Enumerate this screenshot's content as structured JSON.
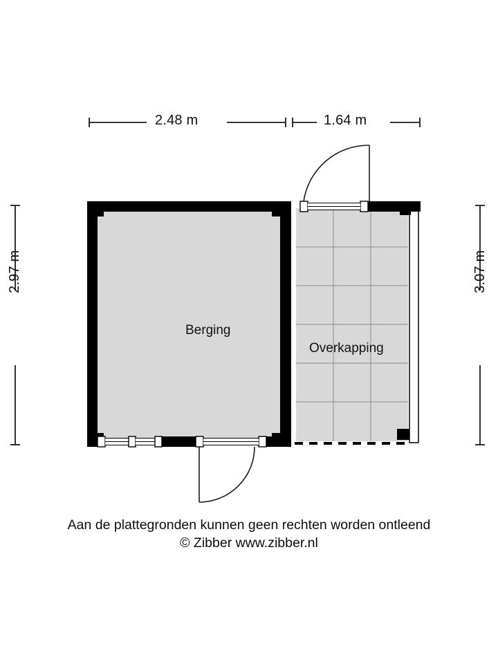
{
  "document": {
    "type": "floor-plan",
    "background_color": "#ffffff"
  },
  "dimensions": {
    "top_left": "2.48 m",
    "top_right": "1.64 m",
    "left": "2.97 m",
    "right": "3.07 m"
  },
  "rooms": [
    {
      "id": "berging",
      "label": "Berging",
      "fill": "#d8d8d8"
    },
    {
      "id": "overkapping",
      "label": "Overkapping",
      "fill": "#d8d8d8"
    }
  ],
  "colors": {
    "wall": "#000000",
    "room_fill": "#d8d8d8",
    "tile_line": "#888888",
    "dimension_line": "#1a1a1a",
    "text": "#111111"
  },
  "features": {
    "doors": [
      {
        "id": "door-top-right",
        "swing": "outward-up",
        "hinge": "left"
      },
      {
        "id": "door-bottom",
        "swing": "outward-down",
        "hinge": "left"
      }
    ],
    "windows": [
      {
        "id": "window-bottom-left-1"
      },
      {
        "id": "window-bottom-left-2"
      }
    ],
    "open_edge": {
      "id": "overkapping-open-side",
      "style": "dashed"
    }
  },
  "footer": {
    "line1": "Aan de plattegronden kunnen geen rechten worden ontleend",
    "line2": "© Zibber www.zibber.nl"
  }
}
